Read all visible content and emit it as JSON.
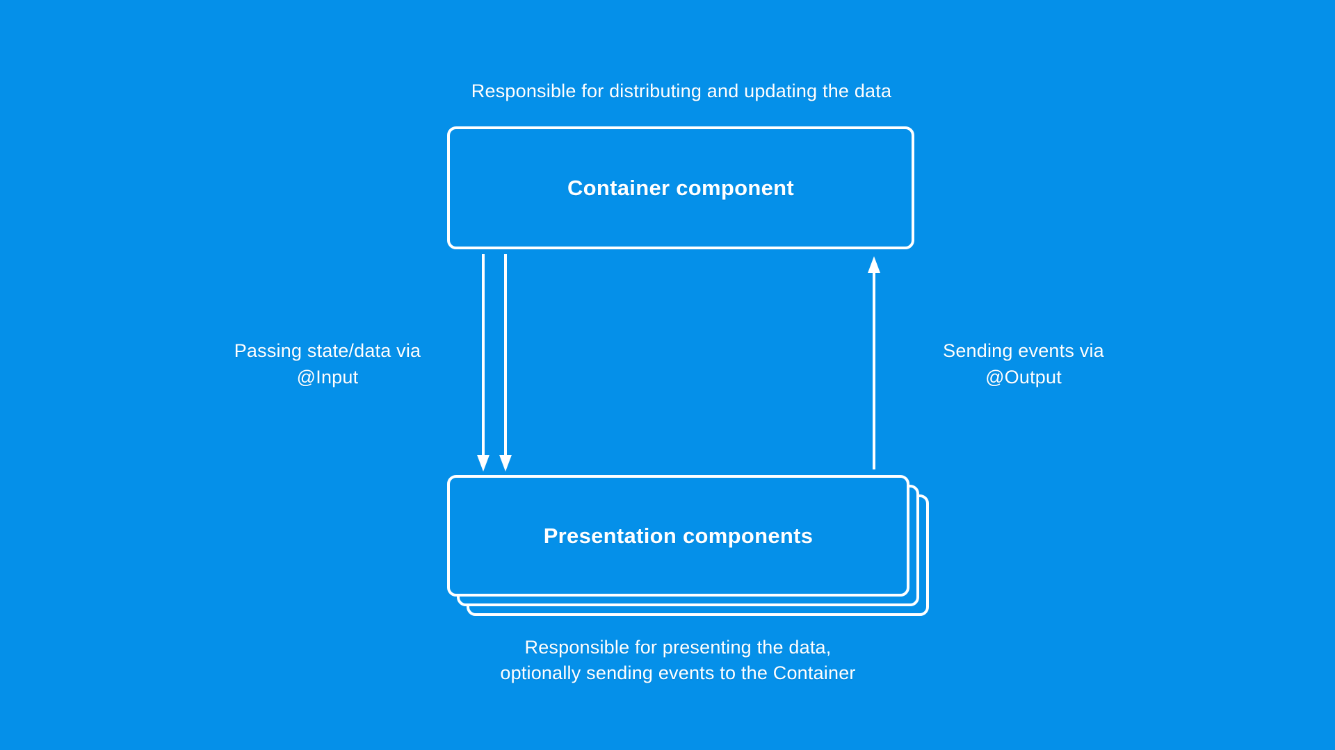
{
  "diagram": {
    "top_caption": "Responsible for distributing and updating the data",
    "container_box": {
      "title": "Container component"
    },
    "presentation_box": {
      "title": "Presentation components",
      "stack_layers": 3
    },
    "left_arrow_label": {
      "line1": "Passing state/data via",
      "line2": "@Input"
    },
    "right_arrow_label": {
      "line1": "Sending events via",
      "line2": "@Output"
    },
    "bottom_caption": {
      "line1": "Responsible for presenting the data,",
      "line2": "optionally sending events to the Container"
    },
    "colors": {
      "background": "#0590E9",
      "stroke": "#FFFFFF",
      "text": "#FFFFFF"
    }
  }
}
